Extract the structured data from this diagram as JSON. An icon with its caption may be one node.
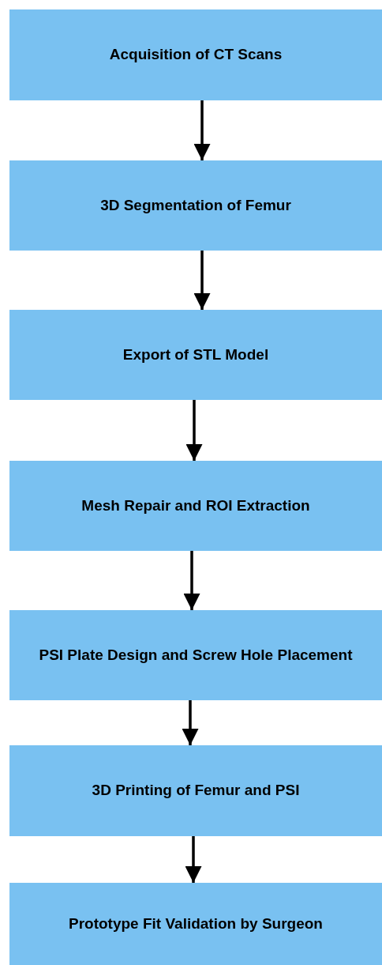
{
  "diagram": {
    "nodes": [
      {
        "text": [
          "Acquisition of CT Scans"
        ]
      },
      {
        "text": [
          "3D Segmentation of Femur"
        ]
      },
      {
        "text": [
          "Export of STL Model"
        ]
      },
      {
        "text": [
          "Mesh Repair and ROI Extraction"
        ]
      },
      {
        "text": [
          "PSI Plate Design and Screw Hole Placement"
        ]
      },
      {
        "text": [
          "3D Printing of Femur and PSI"
        ]
      },
      {
        "text": [
          "Prototype Fit Validation by Surgeon"
        ]
      }
    ],
    "edges": [
      {
        "from": 0,
        "to": 1,
        "arrow": "to"
      },
      {
        "from": 1,
        "to": 2,
        "arrow": "to"
      },
      {
        "from": 2,
        "to": 3,
        "arrow": "to"
      },
      {
        "from": 3,
        "to": 4,
        "arrow": "to"
      },
      {
        "from": 4,
        "to": 5,
        "arrow": "to"
      },
      {
        "from": 5,
        "to": 6,
        "arrow": "to"
      }
    ]
  }
}
